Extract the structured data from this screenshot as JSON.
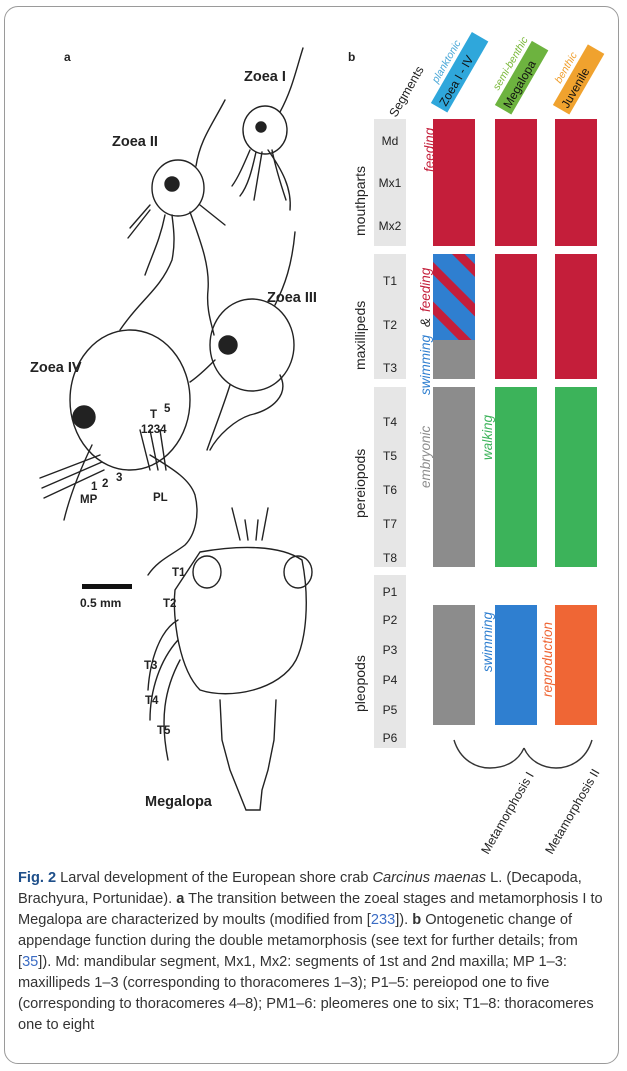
{
  "panels": {
    "a": "a",
    "b": "b"
  },
  "panel_a": {
    "stages": [
      "Zoea I",
      "Zoea II",
      "Zoea III",
      "Zoea IV",
      "Megalopa"
    ],
    "zoea4_labels": {
      "T": "T",
      "num5": "5",
      "nums_1234": "1234",
      "n1": "1",
      "n2": "2",
      "n3": "3",
      "MP": "MP",
      "PL": "PL"
    },
    "megalopa_labels": [
      "T1",
      "T2",
      "T3",
      "T4",
      "T5"
    ],
    "scale": "0.5 mm"
  },
  "panel_b": {
    "segments_heading": "Segments",
    "columns": [
      {
        "habitat": "planktonic",
        "stage": "Zoea I - IV",
        "habitat_color": "#4aa8d8",
        "stage_color": "#2fa7db"
      },
      {
        "habitat": "semi-benthic",
        "stage": "Megalopa",
        "habitat_color": "#7ab83a",
        "stage_color": "#6db33f"
      },
      {
        "habitat": "benthic",
        "stage": "Juvenile",
        "habitat_color": "#f0a030",
        "stage_color": "#f0a22e"
      }
    ],
    "groups": [
      {
        "name": "mouthparts",
        "segments": [
          "Md",
          "Mx1",
          "Mx2"
        ]
      },
      {
        "name": "maxillipeds",
        "segments": [
          "T1",
          "T2",
          "T3"
        ]
      },
      {
        "name": "pereiopods",
        "segments": [
          "T4",
          "T5",
          "T6",
          "T7",
          "T8"
        ]
      },
      {
        "name": "pleopods",
        "segments": [
          "P1",
          "P2",
          "P3",
          "P4",
          "P5",
          "P6"
        ]
      }
    ],
    "functions": {
      "feeding": "feeding",
      "swimming_feeding_a": "swimming",
      "swimming_feeding_amp": "&",
      "swimming_feeding_b": "feeding",
      "embryonic": "embryonic",
      "walking": "walking",
      "swimming": "swimming",
      "reproduction": "reproduction"
    },
    "colors": {
      "feeding": "#c41e3a",
      "swimming": "#2f7fd0",
      "embryonic": "#8c8c8c",
      "walking": "#3cb35a",
      "reproduction": "#ef6635"
    },
    "metamorphoses": [
      "Metamorphosis I",
      "Metamorphosis II"
    ]
  },
  "caption": {
    "head": "Fig. 2",
    "p1": "  Larval development of the European shore crab ",
    "species": "Carcinus maenas",
    "p2": " L. (Decapoda, Brachyura, Portunidae). ",
    "a": "a",
    "p3": " The transition between the zoeal stages and metamorphosis I to Megalopa are characterized by moults (modified from [",
    "ref1": "233",
    "p4": "]). ",
    "b": "b",
    "p5": " Ontogenetic change of appendage function during the double metamorphosis (see text for further details; from [",
    "ref2": "35",
    "p6": "]). Md: mandibular segment, Mx1, Mx2: segments of 1st and 2nd maxilla; MP 1–3: maxillipeds 1–3 (corresponding to thoracomeres 1–3); P1–5: pereiopod one to five (corresponding to thoracomeres 4–8); PM1–6: pleomeres one to six; T1–8: thoracomeres one to eight"
  }
}
